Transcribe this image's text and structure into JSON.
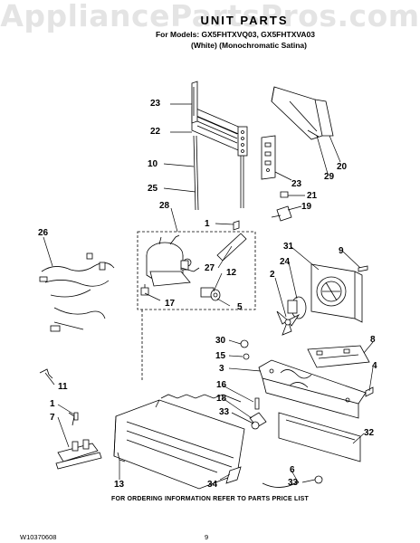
{
  "watermark": "AppliancePartsPros.com",
  "header": {
    "title": "UNIT PARTS",
    "models_line": "For Models: GX5FHTXVQ03, GX5FHTXVA03",
    "colors_line": "(White) (Monochromatic Satina)"
  },
  "callouts": {
    "c23a": "23",
    "c22": "22",
    "c10": "10",
    "c25": "25",
    "c28": "28",
    "c1a": "1",
    "c26": "26",
    "c27": "27",
    "c12": "12",
    "c17": "17",
    "c5": "5",
    "c20": "20",
    "c29": "29",
    "c23b": "23",
    "c21": "21",
    "c19": "19",
    "c31": "31",
    "c9": "9",
    "c2": "2",
    "c24": "24",
    "c30": "30",
    "c15": "15",
    "c3": "3",
    "c8": "8",
    "c4": "4",
    "c11": "11",
    "c1b": "1",
    "c7": "7",
    "c16": "16",
    "c18": "18",
    "c33a": "33",
    "c32": "32",
    "c13": "13",
    "c34": "34",
    "c6": "6",
    "c33b": "33"
  },
  "footer": {
    "ordering_note": "FOR ORDERING INFORMATION REFER TO PARTS PRICE LIST",
    "doc_number": "W10370608",
    "page_number": "9"
  }
}
